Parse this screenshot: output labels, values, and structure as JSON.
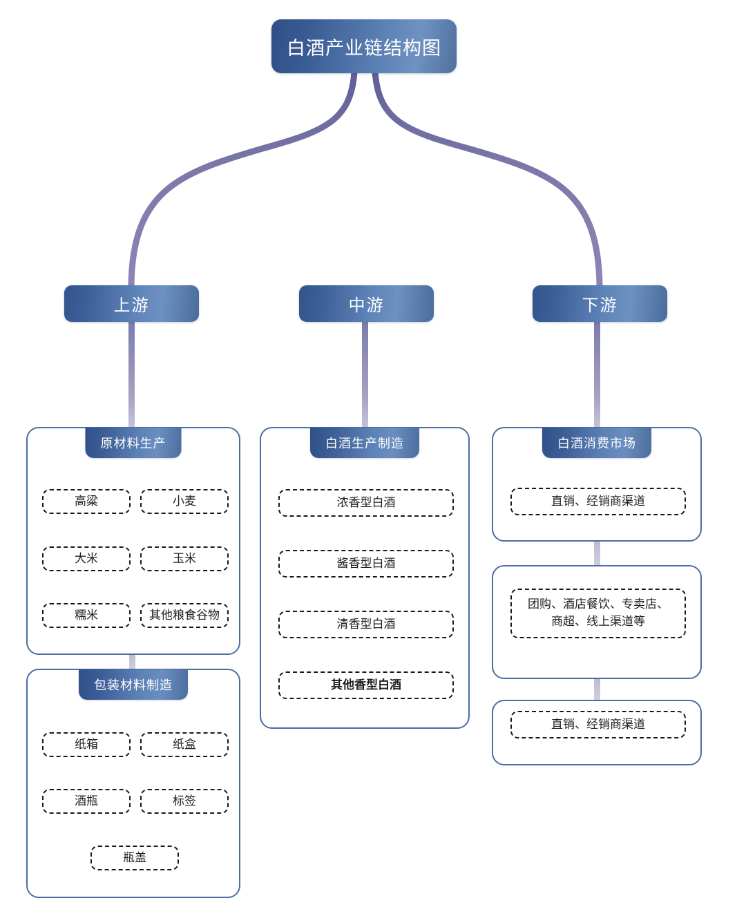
{
  "diagram": {
    "title": "白酒产业链结构图",
    "tiers": [
      {
        "id": "upstream",
        "label": "上游"
      },
      {
        "id": "midstream",
        "label": "中游"
      },
      {
        "id": "downstream",
        "label": "下游"
      }
    ],
    "groups": {
      "raw_material": {
        "header": "原材料生产",
        "items": [
          "高粱",
          "小麦",
          "大米",
          "玉米",
          "糯米",
          "其他粮食谷物"
        ]
      },
      "packaging": {
        "header": "包装材料制造",
        "items": [
          "纸箱",
          "纸盒",
          "酒瓶",
          "标签",
          "瓶盖"
        ]
      },
      "production": {
        "header": "白酒生产制造",
        "items": [
          "浓香型白酒",
          "酱香型白酒",
          "清香型白酒",
          "其他香型白酒"
        ]
      },
      "market_main": {
        "header": "白酒消费市场",
        "items": [
          "直销、经销商渠道"
        ]
      },
      "market_channels": {
        "header": "",
        "items": [
          "团购、酒店餐饮、专卖店、\n商超、线上渠道等"
        ]
      },
      "market_sales": {
        "header": "",
        "items": [
          "直销、经销商渠道"
        ]
      }
    },
    "colors": {
      "box_gradient_dark": "#30508a",
      "box_gradient_light": "#6d91c1",
      "container_border": "#4a6da3",
      "connector_purple": "#7a74a6",
      "connector_lavender": "#b6b7cf",
      "item_border": "#17181a",
      "text_on_dark": "#ffffff",
      "text_dark": "#1d1f22",
      "background": "#ffffff"
    }
  }
}
